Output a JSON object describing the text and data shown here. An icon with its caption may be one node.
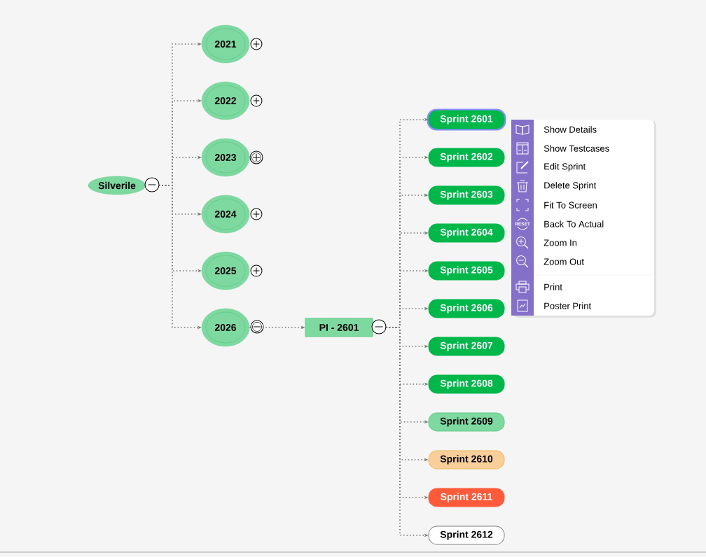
{
  "diagram": {
    "nodes": [
      {
        "text": [
          "Silverile"
        ]
      },
      {
        "text": [
          "2021"
        ]
      },
      {
        "text": [
          "2022"
        ]
      },
      {
        "text": [
          "2023"
        ]
      },
      {
        "text": [
          "2024"
        ]
      },
      {
        "text": [
          "2025"
        ]
      },
      {
        "text": [
          "2026"
        ]
      },
      {
        "text": [
          "PI - 2601"
        ]
      },
      {
        "text": [
          "Sprint 2601"
        ]
      },
      {
        "text": [
          "Sprint 2602"
        ]
      },
      {
        "text": [
          "Sprint 2603"
        ]
      },
      {
        "text": [
          "Sprint 2604"
        ]
      },
      {
        "text": [
          "Sprint 2605"
        ]
      },
      {
        "text": [
          "Sprint 2606"
        ]
      },
      {
        "text": [
          "Sprint 2607"
        ]
      },
      {
        "text": [
          "Sprint 2608"
        ]
      },
      {
        "text": [
          "Sprint 2609"
        ]
      },
      {
        "text": [
          "Sprint 2610"
        ]
      },
      {
        "text": [
          "Sprint 2611"
        ]
      },
      {
        "text": [
          "Sprint 2612"
        ]
      }
    ],
    "edges": [
      {
        "from": 0,
        "to": 1,
        "arrow": "to"
      },
      {
        "from": 0,
        "to": 2,
        "arrow": "to"
      },
      {
        "from": 0,
        "to": 3,
        "arrow": "to"
      },
      {
        "from": 0,
        "to": 4,
        "arrow": "to"
      },
      {
        "from": 0,
        "to": 5,
        "arrow": "to"
      },
      {
        "from": 0,
        "to": 6,
        "arrow": "to"
      },
      {
        "from": 6,
        "to": 7,
        "arrow": "to"
      },
      {
        "from": 7,
        "to": 8,
        "arrow": "to"
      },
      {
        "from": 7,
        "to": 9,
        "arrow": "to"
      },
      {
        "from": 7,
        "to": 10,
        "arrow": "to"
      },
      {
        "from": 7,
        "to": 11,
        "arrow": "to"
      },
      {
        "from": 7,
        "to": 12,
        "arrow": "to"
      },
      {
        "from": 7,
        "to": 13,
        "arrow": "to"
      },
      {
        "from": 7,
        "to": 14,
        "arrow": "to"
      },
      {
        "from": 7,
        "to": 15,
        "arrow": "to"
      },
      {
        "from": 7,
        "to": 16,
        "arrow": "to"
      },
      {
        "from": 7,
        "to": 17,
        "arrow": "to"
      },
      {
        "from": 7,
        "to": 18,
        "arrow": "to"
      },
      {
        "from": 7,
        "to": 19,
        "arrow": "to"
      }
    ],
    "labels": [
      "Show Details",
      "Show Testcases",
      "Edit Sprint",
      "Delete Sprint",
      "Fit To Screen",
      "RESET",
      "Back To Actual",
      "Zoom In",
      "Zoom Out",
      "Print",
      "Poster Print"
    ]
  }
}
